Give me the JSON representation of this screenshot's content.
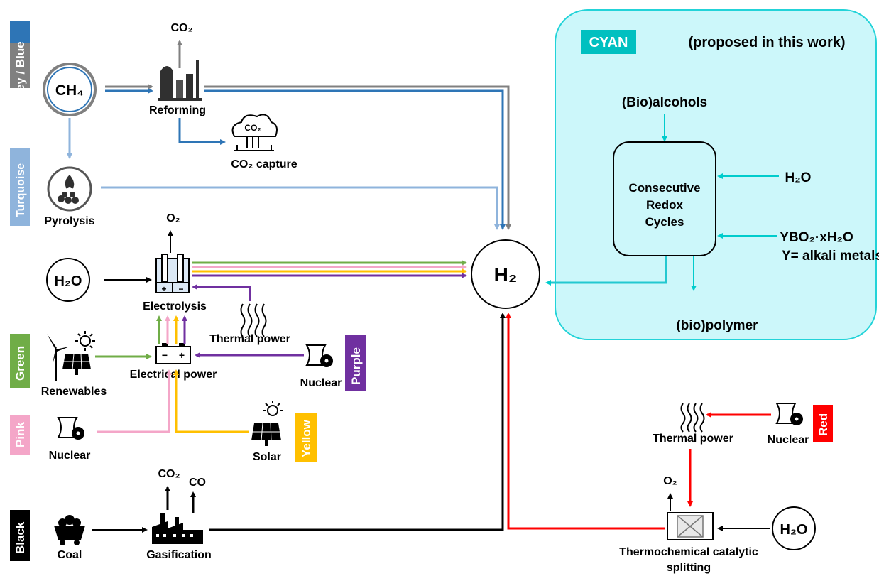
{
  "cyan_box": {
    "tag": "CYAN",
    "subtitle": "(proposed in this work)",
    "bio_alcohols": "(Bio)alcohols",
    "process_line1": "Consecutive",
    "process_line2": "Redox",
    "process_line3": "Cycles",
    "water": "H₂O",
    "borate": "YBO₂·xH₂O",
    "alkali": "Y= alkali metals",
    "polymer": "(bio)polymer"
  },
  "color_tags": {
    "grey": "Grey",
    "slash": " / ",
    "blue": "Blue",
    "turquoise": "Turquoise",
    "green": "Green",
    "pink": "Pink",
    "black": "Black",
    "purple": "Purple",
    "yellow": "Yellow",
    "red": "Red"
  },
  "nodes": {
    "ch4": "CH₄",
    "co2_top": "CO₂",
    "reforming": "Reforming",
    "co2_icon": "CO₂",
    "co2_capture": "CO₂ capture",
    "pyrolysis": "Pyrolysis",
    "o2_electrolysis": "O₂",
    "h2o_left": "H₂O",
    "electrolysis": "Electrolysis",
    "thermal_power_mid": "Thermal power",
    "electrical_power": "Electrical power",
    "renewables": "Renewables",
    "nuclear_purple": "Nuclear",
    "nuclear_pink": "Nuclear",
    "solar": "Solar",
    "h2_center": "H₂",
    "co2_gas": "CO₂",
    "co_gas": "CO",
    "coal": "Coal",
    "gasification": "Gasification",
    "thermal_power_red": "Thermal power",
    "nuclear_red": "Nuclear",
    "o2_thermo": "O₂",
    "h2o_right": "H₂O",
    "thermo_line1": "Thermochemical catalytic",
    "thermo_line2": "splitting"
  },
  "colors": {
    "grey": "#808080",
    "blue": "#2e75b6",
    "turquoise": "#8fb4dc",
    "green": "#70ad47",
    "pink": "#f4a6c8",
    "yellow": "#ffc000",
    "purple": "#7030a0",
    "red": "#ff0000",
    "cyan": "#00cccc",
    "cyan_fill": "#ccf7fa"
  }
}
